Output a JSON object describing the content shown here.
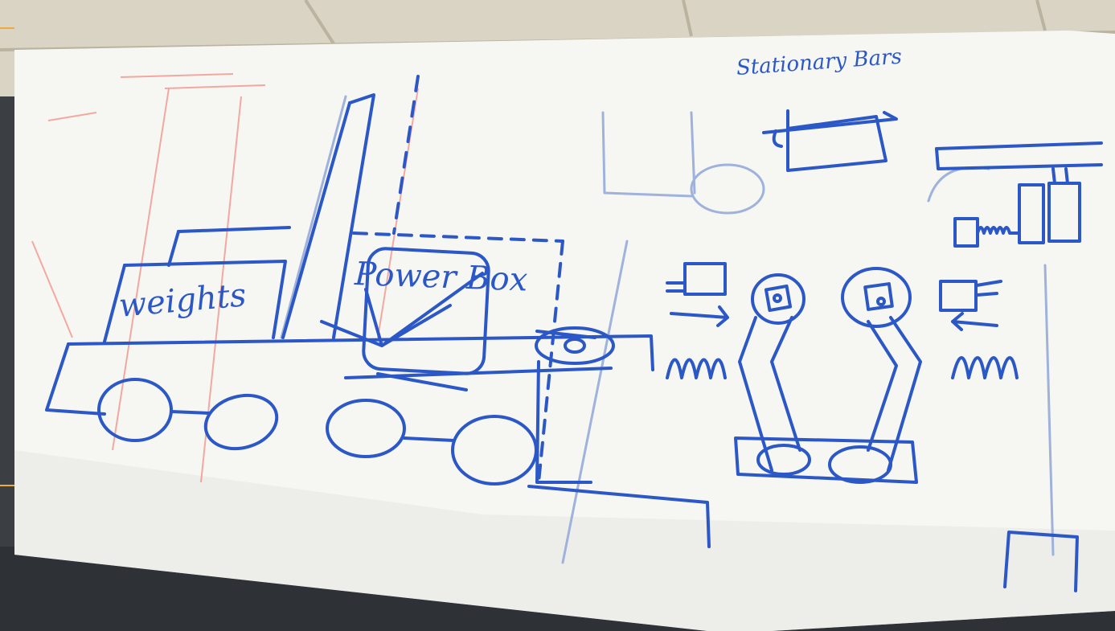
{
  "scene": {
    "subject": "whiteboard-sketch",
    "colors": {
      "wall": "#d9d4c3",
      "wall_mortar": "#b9b3a0",
      "board": "#f6f6f3",
      "board_shadow": "#e6e6e1",
      "marker_blue": "#2b58c6",
      "marker_faint": "#9fb2db",
      "ghost_red": "#ef6a5a",
      "floor": "#2e3136",
      "edge_accent": "#f2a93b"
    }
  },
  "labels": {
    "weights": "weights",
    "power_box": "Power Box",
    "stationary_bars": "Stationary Bars"
  }
}
